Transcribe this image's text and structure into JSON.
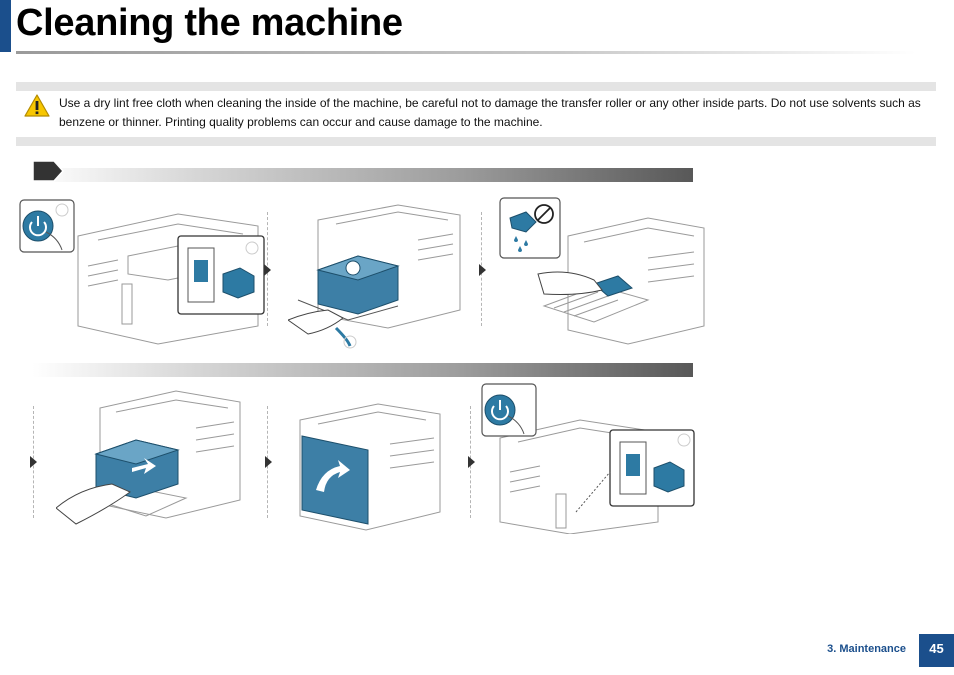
{
  "page": {
    "title": "Cleaning the machine",
    "accent_color": "#1b4f8c"
  },
  "caution": {
    "icon": "warning-icon",
    "text": "Use a dry lint free cloth when cleaning the inside of the machine, be careful not to damage the transfer roller or any other inside parts. Do not use solvents such as benzene or thinner. Printing quality problems can occur and cause damage to the machine."
  },
  "illustrations": {
    "row1": [
      {
        "icon": "power-button-icon"
      },
      {
        "icon": "toner-cartridge-icon"
      },
      {
        "icon": "no-water-icon"
      }
    ],
    "row2": [
      {
        "icon": "toner-cartridge-icon"
      },
      {
        "icon": "front-cover-icon"
      },
      {
        "icon": "power-button-icon"
      }
    ]
  },
  "footer": {
    "section": "3. Maintenance",
    "page_number": "45"
  }
}
